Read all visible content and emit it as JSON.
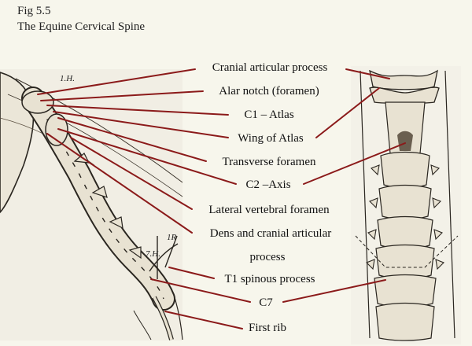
{
  "figure": {
    "number": "Fig 5.5",
    "title": "The Equine Cervical Spine"
  },
  "left_illustration": {
    "marks": [
      "1.H.",
      "7.H.",
      "1R"
    ]
  },
  "labels": [
    "Cranial articular process",
    "Alar notch (foramen)",
    "C1 – Atlas",
    "Wing of Atlas",
    "Transverse foramen",
    "C2 –Axis",
    "Lateral vertebral foramen",
    "Dens and cranial articular",
    "process",
    "T1 spinous process",
    "C7",
    "First rib"
  ],
  "colors": {
    "background": "#f7f6ec",
    "leader_line": "#8b1a1a",
    "bone": "#e8e2d2",
    "bone_outline": "#2a2620"
  }
}
